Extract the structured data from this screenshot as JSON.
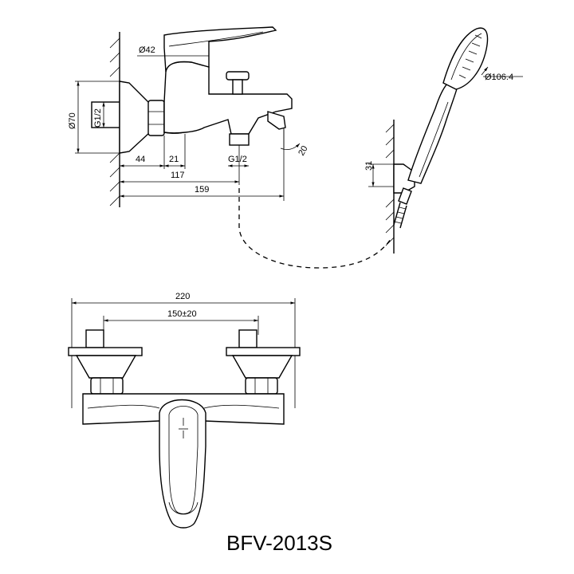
{
  "model": "BFV-2013S",
  "dimensions": {
    "dia_42": "Ø42",
    "dia_70": "Ø70",
    "g12_left": "G1/2",
    "g12_bottom": "G1/2",
    "d44": "44",
    "d21": "21",
    "d117": "117",
    "d159": "159",
    "angle20": "20",
    "dia_1064": "Ø106.4",
    "d31": "31",
    "d220": "220",
    "d150": "150±20"
  },
  "icons": {
    "faucet_side": "faucet-side-view",
    "hand_shower": "hand-shower",
    "faucet_front": "faucet-front-view",
    "hose": "shower-hose"
  }
}
